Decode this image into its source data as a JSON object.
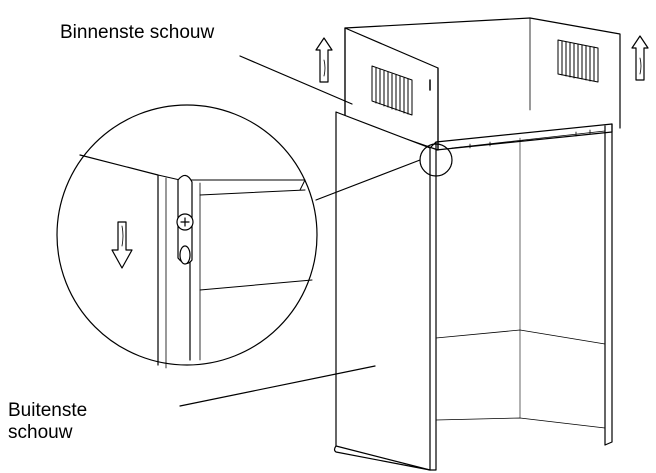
{
  "labels": {
    "inner_chimney": "Binnenste schouw",
    "outer_chimney_line1": "Buitenste",
    "outer_chimney_line2": "schouw"
  },
  "colors": {
    "line": "#000000",
    "background": "#ffffff"
  },
  "icons": {
    "up_arrow": "up-arrow-icon",
    "down_arrow": "down-arrow-icon"
  }
}
